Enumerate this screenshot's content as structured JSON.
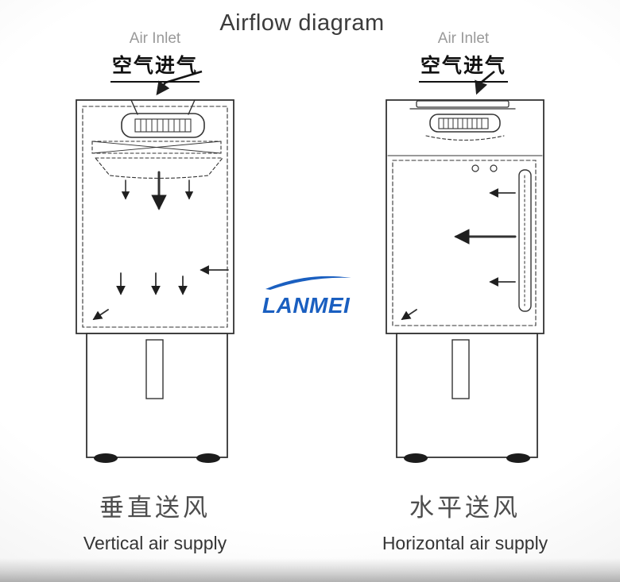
{
  "title": "Airflow diagram",
  "logo": {
    "text": "LANMEI",
    "color": "#1a5fc0"
  },
  "machines": {
    "left": {
      "air_inlet_en": "Air Inlet",
      "air_inlet_zh": "空气进气",
      "caption_zh": "垂直送风",
      "caption_en": "Vertical air supply"
    },
    "right": {
      "air_inlet_en": "Air Inlet",
      "air_inlet_zh": "空气进气",
      "caption_zh": "水平送风",
      "caption_en": "Horizontal air supply"
    }
  },
  "colors": {
    "line": "#333333",
    "label_gray": "#9a9a9a",
    "text_dark": "#3b3b3b",
    "logo_blue": "#1a5fc0"
  }
}
